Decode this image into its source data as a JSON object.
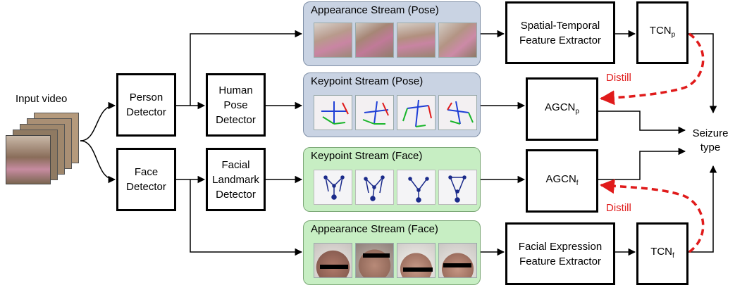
{
  "input_label": "Input video",
  "person_detector": [
    "Person",
    "Detector"
  ],
  "face_detector": [
    "Face",
    "Detector"
  ],
  "human_pose_detector": [
    "Human",
    "Pose",
    "Detector"
  ],
  "facial_landmark_detector": [
    "Facial",
    "Landmark",
    "Detector"
  ],
  "streams": {
    "appearance_pose": "Appearance Stream (Pose)",
    "keypoint_pose": "Keypoint Stream (Pose)",
    "keypoint_face": "Keypoint Stream (Face)",
    "appearance_face": "Appearance Stream (Face)"
  },
  "spatial_temporal": [
    "Spatial-Temporal",
    "Feature Extractor"
  ],
  "facial_expression": [
    "Facial Expression",
    "Feature Extractor"
  ],
  "tcn_p": {
    "base": "TCN",
    "sub": "p"
  },
  "tcn_f": {
    "base": "TCN",
    "sub": "f"
  },
  "agcn_p": {
    "base": "AGCN",
    "sub": "p"
  },
  "agcn_f": {
    "base": "AGCN",
    "sub": "f"
  },
  "distill_top": "Distill",
  "distill_bottom": "Distill",
  "output": [
    "Seizure",
    "type"
  ],
  "colors": {
    "distill": "#e01b1b",
    "pose_stream": "#c9d3e3",
    "face_stream": "#c7eec3"
  }
}
